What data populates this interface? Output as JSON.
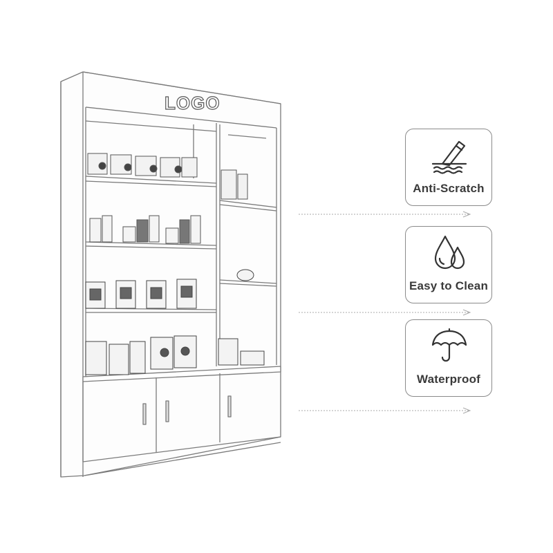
{
  "cabinet": {
    "logo_text": "LOGO"
  },
  "features": [
    {
      "label": "Anti-Scratch",
      "icon": "knife-scratch-icon"
    },
    {
      "label": "Easy to Clean",
      "icon": "water-drops-icon"
    },
    {
      "label": "Waterproof",
      "icon": "umbrella-icon"
    }
  ]
}
